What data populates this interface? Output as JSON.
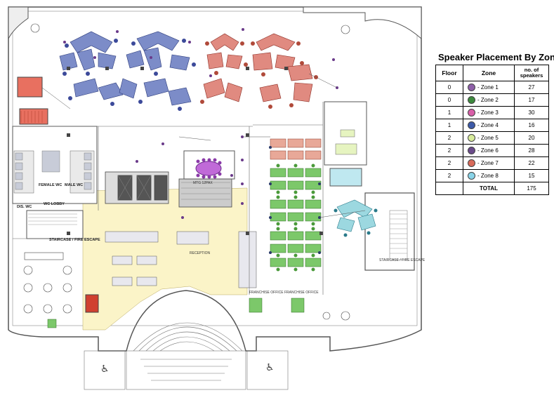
{
  "legend": {
    "title": "Speaker Placement By Zone",
    "headers": {
      "floor": "Floor",
      "zone": "Zone",
      "speakers": "no. of speakers"
    },
    "rows": [
      {
        "floor": "0",
        "zone": "- Zone 1",
        "speakers": "27",
        "color": "#8e5fa8"
      },
      {
        "floor": "0",
        "zone": "- Zone 2",
        "speakers": "17",
        "color": "#3d8a3d"
      },
      {
        "floor": "1",
        "zone": "- Zone 3",
        "speakers": "30",
        "color": "#d85fa8"
      },
      {
        "floor": "1",
        "zone": "- Zone 4",
        "speakers": "16",
        "color": "#3c5aa8"
      },
      {
        "floor": "2",
        "zone": "- Zone 5",
        "speakers": "20",
        "color": "#d8ec9c"
      },
      {
        "floor": "2",
        "zone": "- Zone 6",
        "speakers": "28",
        "color": "#6a4a8a"
      },
      {
        "floor": "2",
        "zone": "- Zone 7",
        "speakers": "22",
        "color": "#d86a5a"
      },
      {
        "floor": "2",
        "zone": "- Zone 8",
        "speakers": "15",
        "color": "#8ad4e8"
      }
    ],
    "total_label": "TOTAL",
    "total_value": "175"
  },
  "plan": {
    "labels": {
      "wc_female": "FEMALE WC",
      "wc_male": "MALE WC",
      "wc_lobby": "WC LOBBY",
      "dis_wc": "DIS. WC",
      "staircase_left": "STAIRCASE / FIRE ESCAPE",
      "staircase_right": "STAIRCASE / FIRE ESCAPE",
      "meeting": "MTG 12PAX",
      "reception": "RECEPTION",
      "franchise_office_1": "FRANCHISE OFFICE",
      "franchise_office_2": "FRANCHISE OFFICE"
    }
  },
  "colors": {
    "zone_blue_desks": "#7c8cc8",
    "zone_red_desks": "#e08a80",
    "zone_green_desks": "#7cc86a",
    "zone_cyan_desks": "#9cd8e0",
    "zone_purple_table": "#c06ad8",
    "lobby_yellow": "#fbf4c8",
    "wall": "#555555"
  }
}
